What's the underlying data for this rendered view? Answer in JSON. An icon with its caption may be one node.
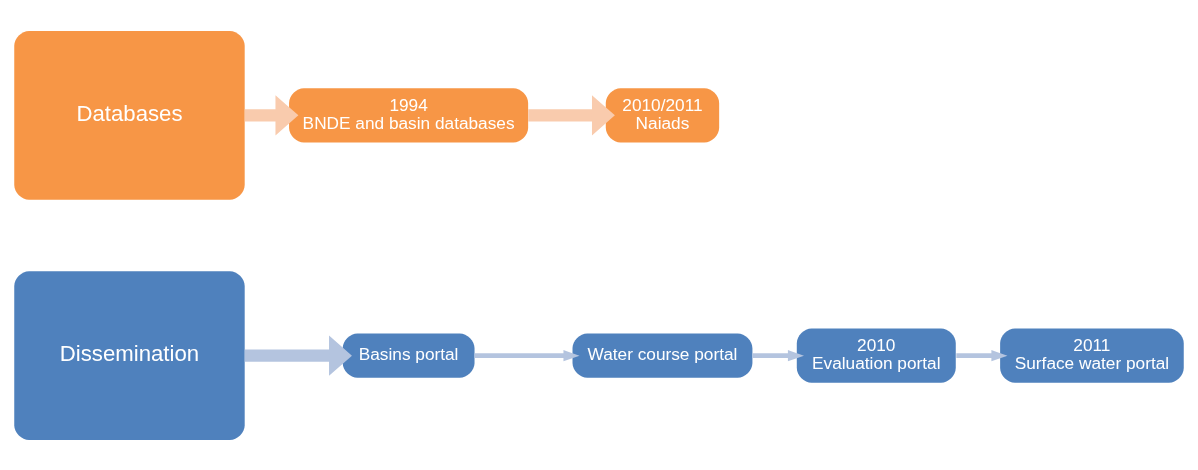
{
  "diagram": {
    "nodes": [
      {
        "text": [
          "Databases"
        ]
      },
      {
        "text": [
          "1994",
          "BNDE and basin databases"
        ]
      },
      {
        "text": [
          "2010/2011",
          "Naiads"
        ]
      },
      {
        "text": [
          "Dissemination"
        ]
      },
      {
        "text": [
          "Basins portal"
        ]
      },
      {
        "text": [
          "Water course portal"
        ]
      },
      {
        "text": [
          "2010",
          "Evaluation portal"
        ]
      },
      {
        "text": [
          "2011",
          "Surface water portal"
        ]
      }
    ],
    "edges": [
      {
        "from": 0,
        "to": 1,
        "arrow": "to",
        "style": "thick",
        "color": "#f9cbad"
      },
      {
        "from": 1,
        "to": 2,
        "arrow": "to",
        "style": "thick",
        "color": "#f9cbad"
      },
      {
        "from": 3,
        "to": 4,
        "arrow": "to",
        "style": "thick"
      },
      {
        "from": 4,
        "to": 5,
        "arrow": "to"
      },
      {
        "from": 5,
        "to": 6,
        "arrow": "to"
      },
      {
        "from": 6,
        "to": 7,
        "arrow": "to"
      }
    ]
  }
}
